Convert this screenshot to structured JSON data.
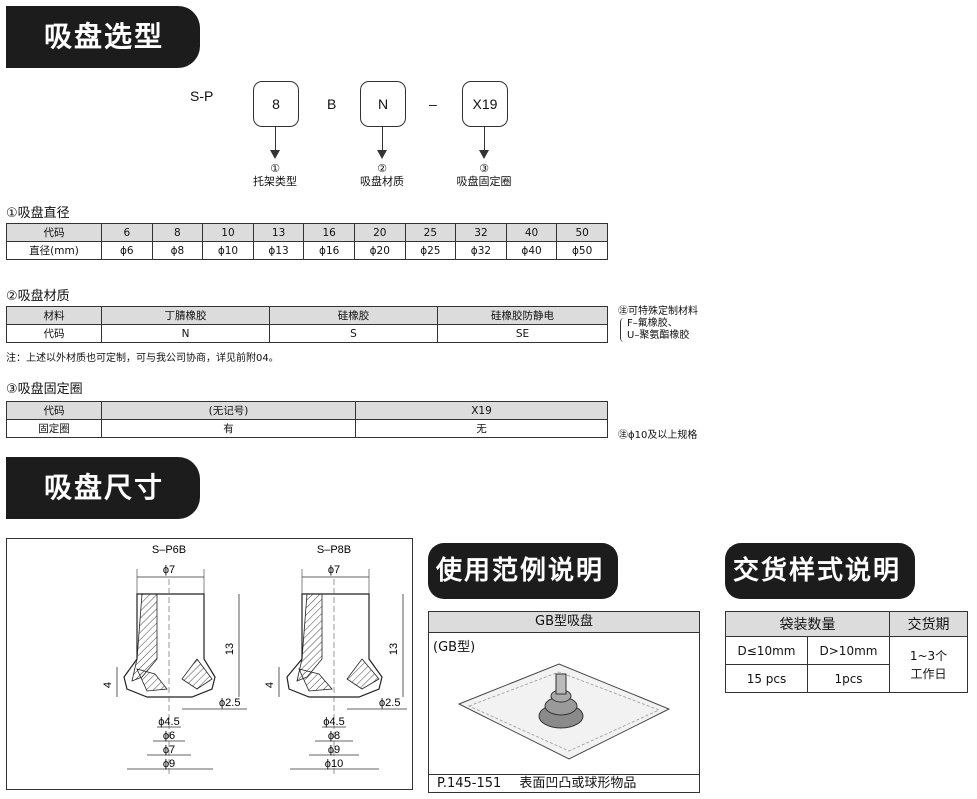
{
  "headers": {
    "selection": "吸盘选型",
    "dimensions": "吸盘尺寸",
    "usage": "使用范例说明",
    "delivery": "交货样式说明"
  },
  "model_code": {
    "prefix": "S-P",
    "box1": "8",
    "sep1": "B",
    "box2": "N",
    "sep2": "–",
    "box3": "X19",
    "labels": [
      {
        "num": "①",
        "text": "托架类型"
      },
      {
        "num": "②",
        "text": "吸盘材质"
      },
      {
        "num": "③",
        "text": "吸盘固定圈"
      }
    ]
  },
  "diameter": {
    "title": "①吸盘直径",
    "row1_label": "代码",
    "row2_label": "直径(mm)",
    "codes": [
      "6",
      "8",
      "10",
      "13",
      "16",
      "20",
      "25",
      "32",
      "40",
      "50"
    ],
    "values": [
      "ϕ6",
      "ϕ8",
      "ϕ10",
      "ϕ13",
      "ϕ16",
      "ϕ20",
      "ϕ25",
      "ϕ32",
      "ϕ40",
      "ϕ50"
    ]
  },
  "material": {
    "title": "②吸盘材质",
    "row1_label": "材料",
    "row2_label": "代码",
    "materials": [
      "丁腈橡胶",
      "硅橡胶",
      "硅橡胶防静电"
    ],
    "codes": [
      "N",
      "S",
      "SE"
    ],
    "side_note_title": "可特殊定制材料",
    "side_note_lines": [
      "F–氟橡胶、",
      "U–聚氨酯橡胶"
    ],
    "footnote": "注：上述以外材质也可定制，可与我公司协商，详见前附04。"
  },
  "ring": {
    "title": "③吸盘固定圈",
    "row1_label": "代码",
    "row2_label": "固定圈",
    "codes": [
      "(无记号)",
      "X19"
    ],
    "values": [
      "有",
      "无"
    ],
    "side_note": "ϕ10及以上规格"
  },
  "drawings": [
    {
      "title": "S–P6B",
      "top_dia": "ϕ7",
      "height": "13",
      "side": "4",
      "inner": "ϕ2.5",
      "dims": [
        "ϕ4.5",
        "ϕ6",
        "ϕ7",
        "ϕ9"
      ]
    },
    {
      "title": "S–P8B",
      "top_dia": "ϕ7",
      "height": "13",
      "side": "4",
      "inner": "ϕ2.5",
      "dims": [
        "ϕ4.5",
        "ϕ8",
        "ϕ9",
        "ϕ10"
      ]
    }
  ],
  "usage": {
    "head": "GB型吸盘",
    "subtitle": "(GB型)",
    "footer_ref": "P.145-151",
    "footer_text": "表面凹凸或球形物品"
  },
  "delivery": {
    "col1_head": "袋装数量",
    "col2_head": "交货期",
    "sub1": "D≤10mm",
    "sub2": "D>10mm",
    "qty1": "15 pcs",
    "qty2": "1pcs",
    "lead_time_line1": "1~3个",
    "lead_time_line2": "工作日"
  }
}
